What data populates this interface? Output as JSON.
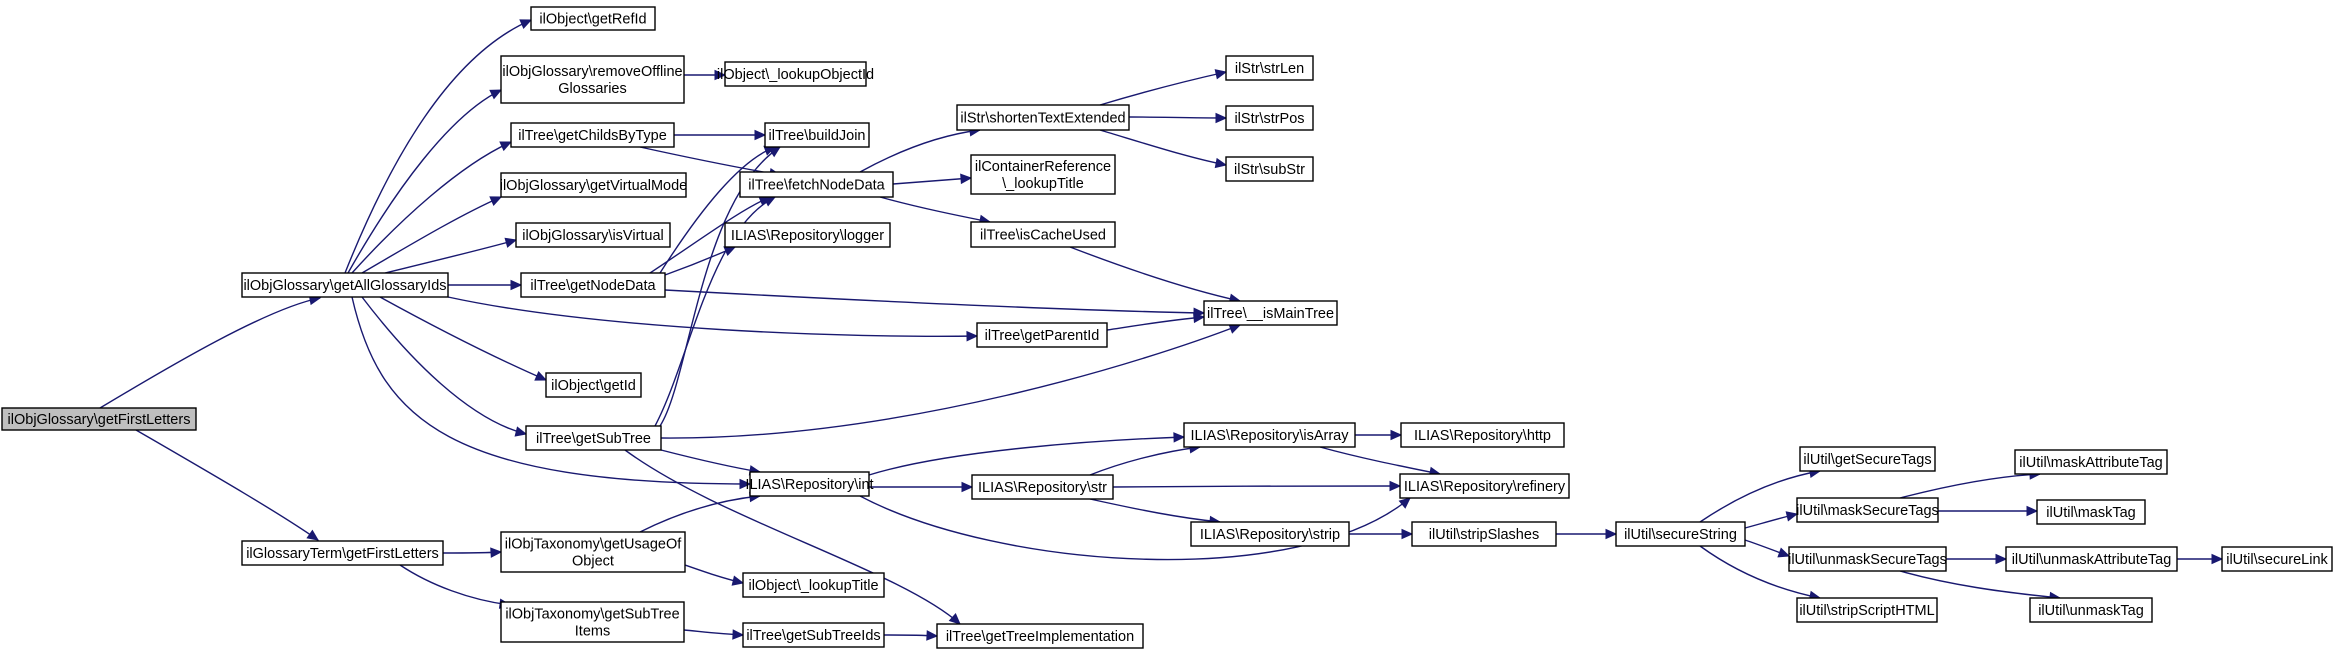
{
  "nodes": {
    "root": "ilObjGlossary\\getFirstLetters",
    "getAllGlossaryIds": "ilObjGlossary\\getAllGlossaryIds",
    "glossaryTermGetFirstLetters": "ilGlossaryTerm\\getFirstLetters",
    "getRefId": "ilObject\\getRefId",
    "removeOffline": [
      "ilObjGlossary\\removeOffline",
      "Glossaries"
    ],
    "lookupObjectId": "ilObject\\_lookupObjectId",
    "getChildsByType": "ilTree\\getChildsByType",
    "buildJoin": "ilTree\\buildJoin",
    "getVirtualMode": "ilObjGlossary\\getVirtualMode",
    "isVirtual": "ilObjGlossary\\isVirtual",
    "getNodeData": "ilTree\\getNodeData",
    "getId": "ilObject\\getId",
    "getSubTree": "ilTree\\getSubTree",
    "shortenTextExtended": "ilStr\\shortenTextExtended",
    "fetchNodeData": "ilTree\\fetchNodeData",
    "containerLookupTitle": [
      "ilContainerReference",
      "\\_lookupTitle"
    ],
    "isCacheUsed": "ilTree\\isCacheUsed",
    "repoLogger": "ILIAS\\Repository\\logger",
    "getParentId": "ilTree\\getParentId",
    "repoInt": "ILIAS\\Repository\\int",
    "repoStr": "ILIAS\\Repository\\str",
    "repoIsArray": "ILIAS\\Repository\\isArray",
    "repoStrip": "ILIAS\\Repository\\strip",
    "strLen": "ilStr\\strLen",
    "strPos": "ilStr\\strPos",
    "subStr": "ilStr\\subStr",
    "isMainTree": "ilTree\\__isMainTree",
    "repoHttp": "ILIAS\\Repository\\http",
    "repoRefinery": "ILIAS\\Repository\\refinery",
    "stripSlashes": "ilUtil\\stripSlashes",
    "getUsageOfObject": [
      "ilObjTaxonomy\\getUsageOf",
      "Object"
    ],
    "objectLookupTitle": "ilObject\\_lookupTitle",
    "getSubTreeItems": [
      "ilObjTaxonomy\\getSubTree",
      "Items"
    ],
    "getSubTreeIds": "ilTree\\getSubTreeIds",
    "getTreeImplementation": "ilTree\\getTreeImplementation",
    "secureString": "ilUtil\\secureString",
    "getSecureTags": "ilUtil\\getSecureTags",
    "maskSecureTags": "ilUtil\\maskSecureTags",
    "unmaskSecureTags": "ilUtil\\unmaskSecureTags",
    "stripScriptHTML": "ilUtil\\stripScriptHTML",
    "maskAttributeTag": "ilUtil\\maskAttributeTag",
    "maskTag": "ilUtil\\maskTag",
    "unmaskAttributeTag": "ilUtil\\unmaskAttributeTag",
    "unmaskTag": "ilUtil\\unmaskTag",
    "secureLink": "ilUtil\\secureLink"
  },
  "colors": {
    "edge": "#191970",
    "root_fill": "#bfbfbf",
    "node_fill": "#ffffff",
    "node_stroke": "#000000"
  }
}
